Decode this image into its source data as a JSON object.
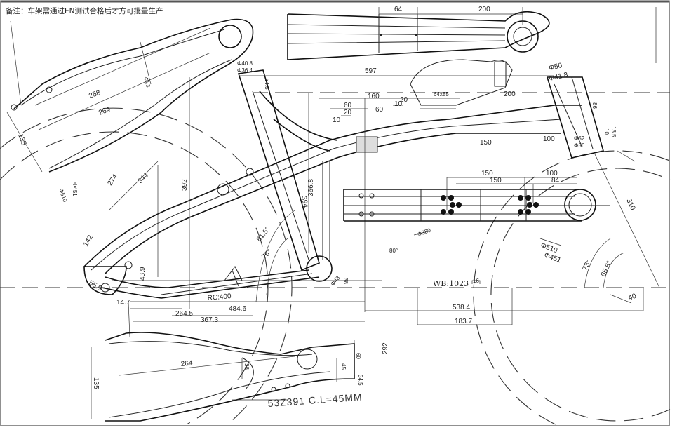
{
  "note": "备注：车架需通过EN测试合格后才方可批量生产",
  "top_tube_view": {
    "d1": "64",
    "d2": "200"
  },
  "main_frame": {
    "d597": "597",
    "phi50": "Φ50",
    "phi41_8": "Φ41.8",
    "phi40_8": "Φ40.8",
    "phi36_4": "Φ36.4",
    "d34_3": "34.3",
    "d160": "160",
    "d60a": "60",
    "d20a": "20",
    "d10a": "10",
    "d60b": "60",
    "d10b": "10",
    "d20b": "20",
    "d64x85": "64x85",
    "d200": "200",
    "d150": "150",
    "d100": "100",
    "phi52": "Φ52",
    "phi56": "Φ56",
    "d86": "86",
    "d13_5": "13.5",
    "d10c": "10",
    "d392": "392",
    "d366_8": "366.8",
    "d394": "394",
    "d274": "274",
    "d344": "344",
    "a81_5": "81.5°",
    "a76": "76°",
    "a80": "80°",
    "d142": "142",
    "d55_9": "55.9",
    "d43_9": "43.9",
    "d14_7": "14.7",
    "rc": "RC:400",
    "d484_6": "484.6",
    "d264_5": "264.5",
    "d367_3": "367.3",
    "phi38": "38",
    "phi48": "Φ48"
  },
  "seatstay_view": {
    "d258": "258",
    "d264": "264",
    "d135": "135",
    "d49_3": "49.3",
    "phi451": "Φ451",
    "phi510": "Φ510"
  },
  "down_tube_view": {
    "d150a": "150",
    "d150b": "150",
    "d100": "100",
    "d84": "84"
  },
  "front": {
    "d310": "310",
    "phi380": "Φ380",
    "phi510": "Φ510",
    "phi451": "Φ451",
    "a73": "73°",
    "a65_6": "65.6°",
    "wb": "WB:1023",
    "d16": "16",
    "d40": "40",
    "d538_4": "538.4",
    "d183_7": "183.7"
  },
  "chainstay_view": {
    "d264": "264",
    "d38": "38",
    "d135": "135",
    "d60": "60",
    "d45": "45",
    "d34_5": "34.5",
    "d292": "292",
    "part_code": "53Z391 C.L=45MM"
  }
}
